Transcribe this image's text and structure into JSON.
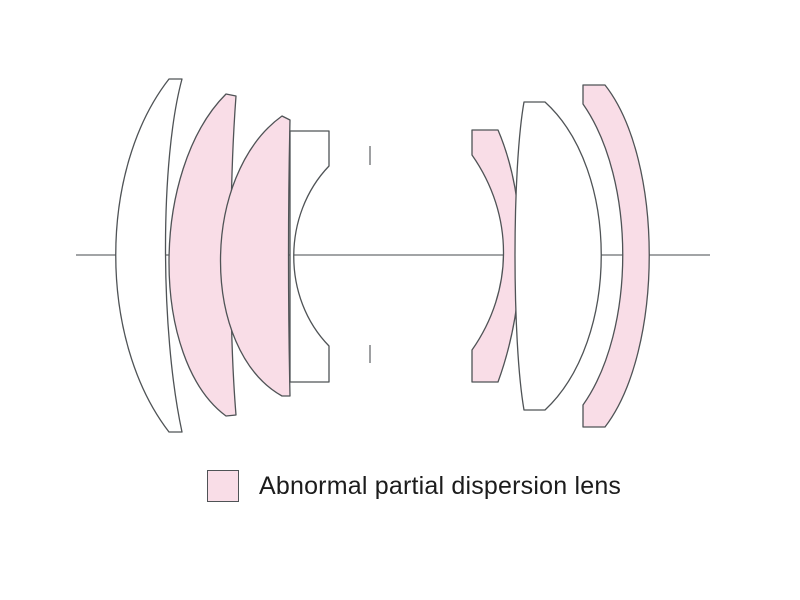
{
  "colors": {
    "background": "#ffffff",
    "outline": "#4f5356",
    "abnormal_dispersion_fill": "#f9dde7",
    "standard_lens_fill": "#ffffff",
    "axis": "#6a6d70"
  },
  "legend": {
    "label": "Abnormal partial dispersion lens"
  },
  "elements": [
    {
      "id": "element-1",
      "type": "abnormal_partial_dispersion"
    },
    {
      "id": "element-2",
      "type": "abnormal_partial_dispersion"
    },
    {
      "id": "element-3",
      "type": "abnormal_partial_dispersion"
    },
    {
      "id": "element-4",
      "type": "standard"
    },
    {
      "id": "element-5",
      "type": "abnormal_partial_dispersion"
    },
    {
      "id": "element-6",
      "type": "standard"
    },
    {
      "id": "element-7",
      "type": "abnormal_partial_dispersion"
    },
    {
      "id": "element-0",
      "type": "standard"
    }
  ]
}
